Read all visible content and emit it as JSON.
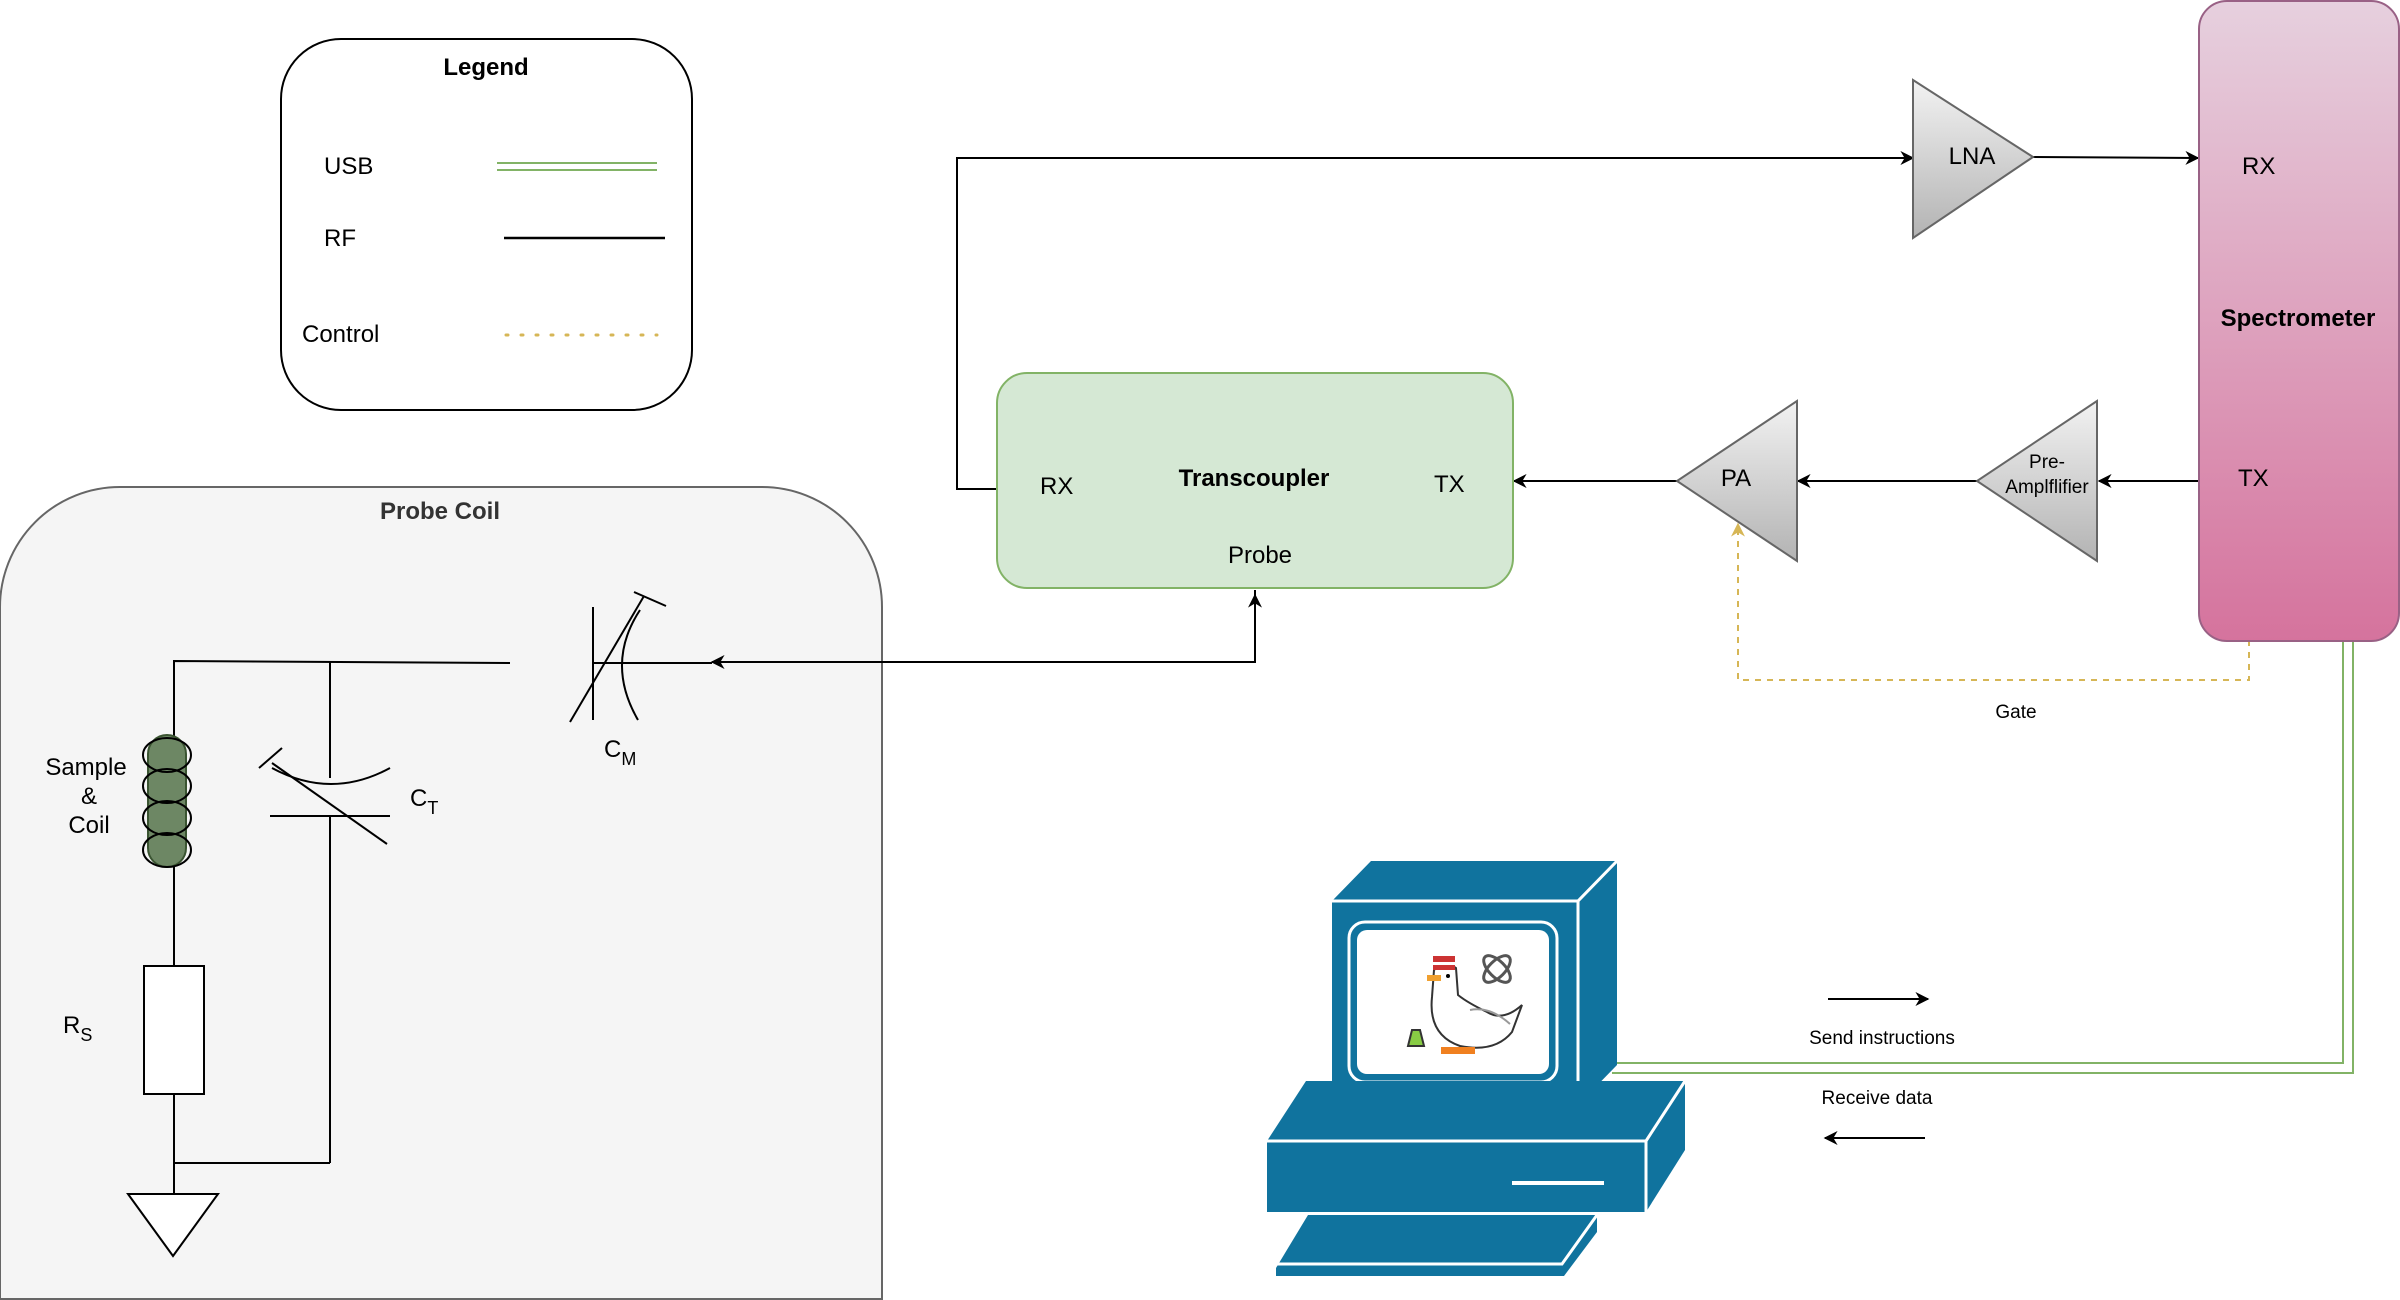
{
  "legend": {
    "title": "Legend",
    "usb": "USB",
    "rf": "RF",
    "control": "Control"
  },
  "probe_coil": {
    "title": "Probe Coil",
    "sample_coil": [
      "Sample",
      "&",
      "Coil"
    ],
    "ct_main": "C",
    "ct_sub": "T",
    "cm_main": "C",
    "cm_sub": "M",
    "rs_main": "R",
    "rs_sub": "S"
  },
  "transcoupler": {
    "title": "Transcoupler",
    "rx": "RX",
    "tx": "TX",
    "probe": "Probe"
  },
  "lna": "LNA",
  "pa": "PA",
  "preamp": [
    "Pre-",
    "Amplflifier"
  ],
  "spectrometer": {
    "title": "Spectrometer",
    "rx": "RX",
    "tx": "TX"
  },
  "gate": "Gate",
  "computer": {
    "send": "Send instructions",
    "receive": "Receive data"
  },
  "colors": {
    "usb": "#82b366",
    "rf": "#000000",
    "control": "#d6b656",
    "transcoupler_fill": "#d5e8d4",
    "transcoupler_stroke": "#82b366",
    "probe_fill": "#f5f5f5",
    "amp_fill": "#cccccc",
    "computer_blue": "#10739e",
    "spectrometer_top": "#e6d0de",
    "spectrometer_bottom": "#d5739d"
  }
}
